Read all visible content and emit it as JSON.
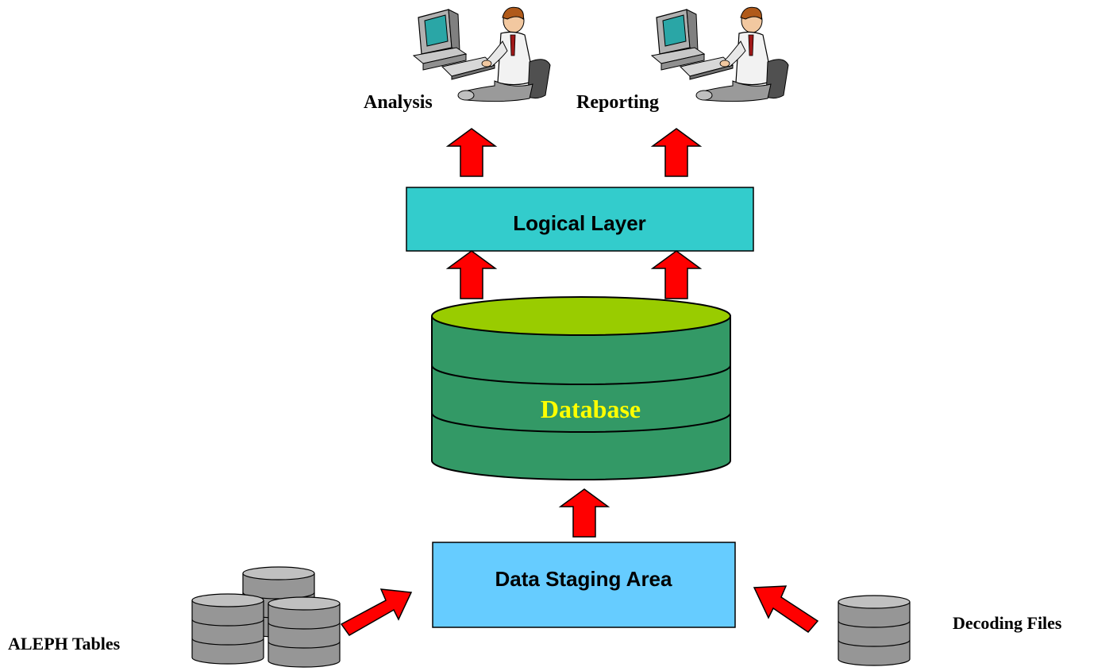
{
  "diagram": {
    "users": {
      "analysis_label": "Analysis",
      "reporting_label": "Reporting"
    },
    "logical_layer": {
      "label": "Logical Layer"
    },
    "database": {
      "label": "Database"
    },
    "staging": {
      "label": "Data Staging Area"
    },
    "sources": {
      "aleph_label": "ALEPH Tables",
      "decoding_label": "Decoding Files"
    },
    "colors": {
      "arrow_fill": "#ff0000",
      "logical_layer_fill": "#33cccc",
      "staging_fill": "#66ccff",
      "database_body": "#339966",
      "database_top": "#99cc00",
      "database_label": "#ffff00",
      "disk_fill": "#969696",
      "disk_top": "#c0c0c0"
    },
    "icons": {
      "user_workstation": "person-at-computer-icon",
      "disk_stack": "database-cylinder-icon",
      "flow_arrow": "block-arrow-icon"
    }
  }
}
